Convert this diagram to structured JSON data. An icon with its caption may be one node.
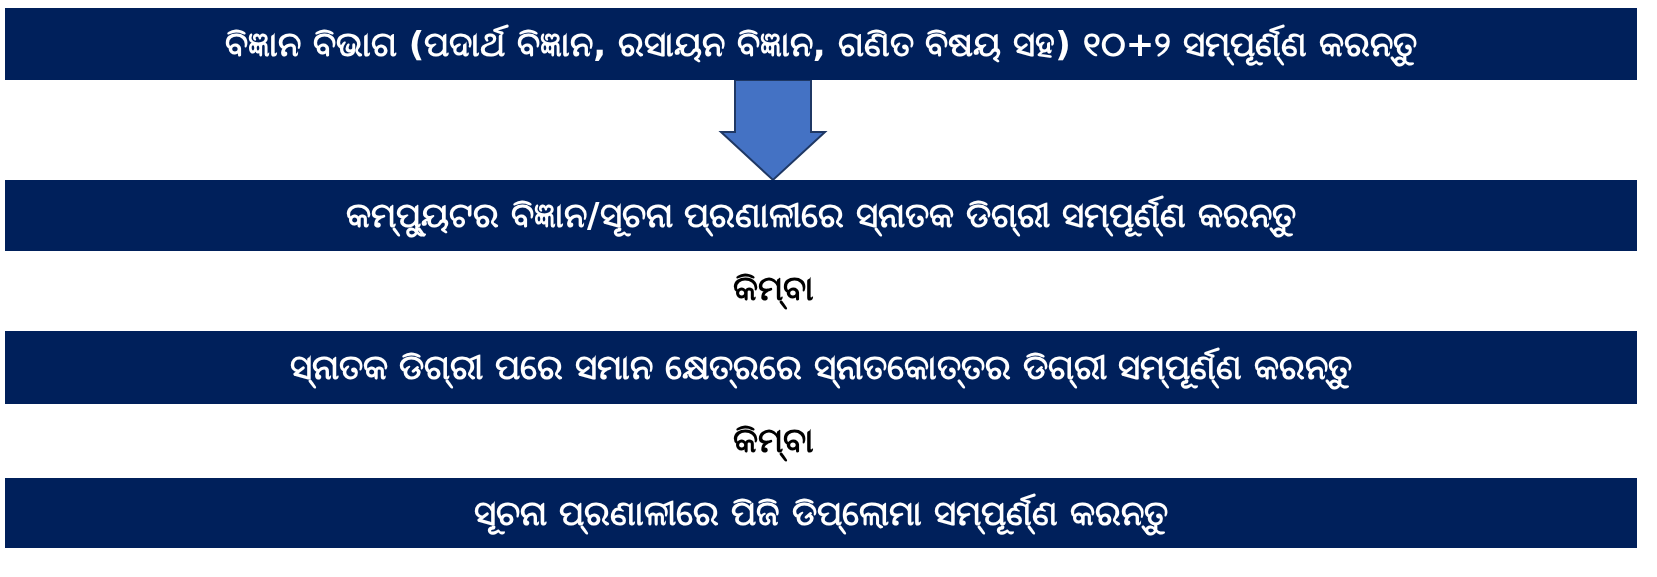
{
  "diagram": {
    "nodes": [
      {
        "text": [
          "ବିଜ୍ଞାନ ବିଭାଗ (ପଦାର୍ଥ ବିଜ୍ଞାନ, ରସାୟନ ବିଜ୍ଞାନ, ଗଣିତ ବିଷୟ ସହ) ୧୦+୨ ସମ୍ପୂର୍ଣ୍ଣ କରନ୍ତୁ"
        ]
      },
      {
        "text": [
          "କମ୍ପ୍ୟୁଟର ବିଜ୍ଞାନ/ସୂଚନା ପ୍ରଣାଳୀରେ ସ୍ନାତକ ଡିଗ୍ରୀ ସମ୍ପୂର୍ଣ୍ଣ କରନ୍ତୁ"
        ]
      },
      {
        "text": [
          "ସ୍ନାତକ ଡିଗ୍ରୀ ପରେ ସମାନ କ୍ଷେତ୍ରରେ ସ୍ନାତକୋତ୍ତର ଡିଗ୍ରୀ ସମ୍ପୂର୍ଣ୍ଣ କରନ୍ତୁ"
        ]
      },
      {
        "text": [
          "ସୂଚନା ପ୍ରଣାଳୀରେ ପିଜି ଡିପ୍ଲୋମା ସମ୍ପୂର୍ଣ୍ଣ କରନ୍ତୁ"
        ]
      }
    ],
    "edges": [
      {
        "from": 0,
        "to": 1,
        "arrow": "to"
      }
    ],
    "labels": [
      "କିମ୍ବା",
      "କିମ୍ବା"
    ]
  }
}
